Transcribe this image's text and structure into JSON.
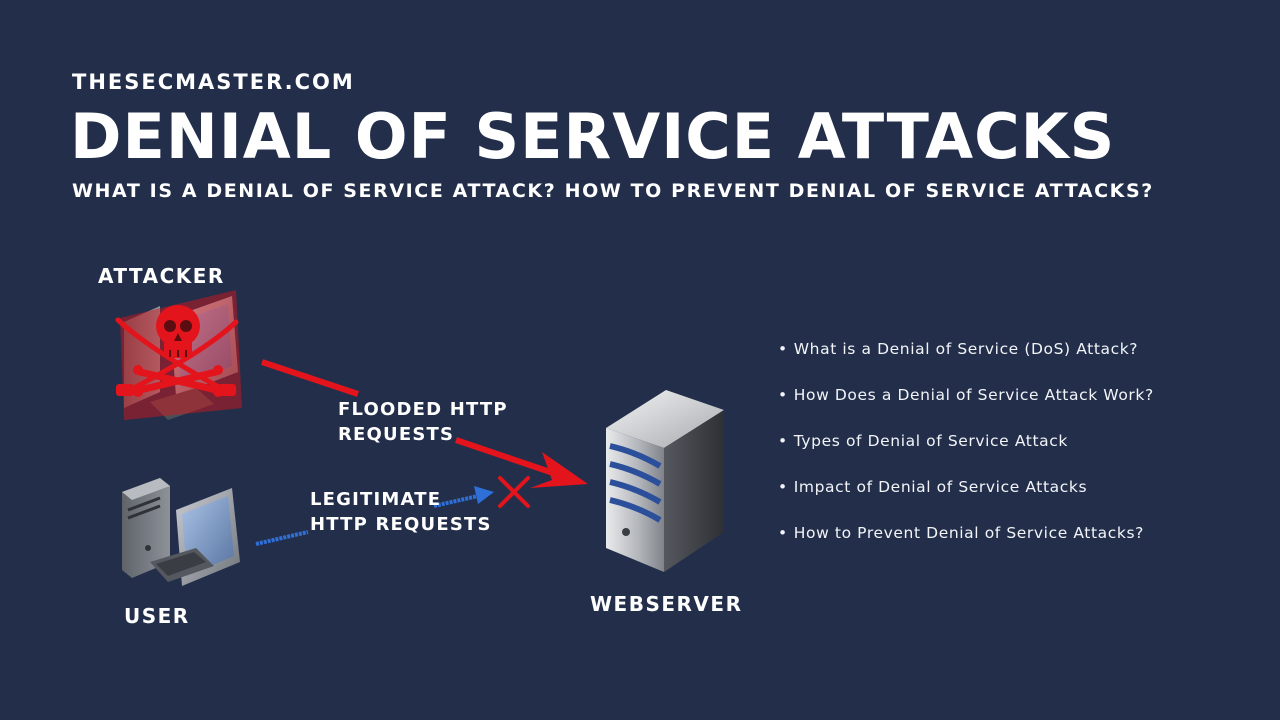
{
  "header": {
    "site": "THESECMASTER.COM",
    "title": "DENIAL OF SERVICE ATTACKS",
    "subtitle": "WHAT IS A DENIAL OF SERVICE ATTACK? HOW TO PREVENT DENIAL OF SERVICE ATTACKS?"
  },
  "diagram": {
    "attacker_label": "ATTACKER",
    "user_label": "USER",
    "webserver_label": "WEBSERVER",
    "flooded_line1": "FLOODED HTTP",
    "flooded_line2": "REQUESTS",
    "legit_line1": "LEGITIMATE",
    "legit_line2": "HTTP REQUESTS"
  },
  "topics": [
    "What is a Denial of Service (DoS) Attack?",
    "How Does a Denial of Service Attack Work?",
    "Types of Denial of Service Attack",
    "Impact of Denial of Service Attacks",
    "How to Prevent Denial of Service Attacks?"
  ],
  "colors": {
    "background": "#232f4a",
    "attack_red": "#e3141b",
    "legit_blue": "#2e6fd8"
  },
  "icons": [
    "skull-crossbones-icon",
    "desktop-computer-icon",
    "server-tower-icon",
    "block-x-icon"
  ]
}
